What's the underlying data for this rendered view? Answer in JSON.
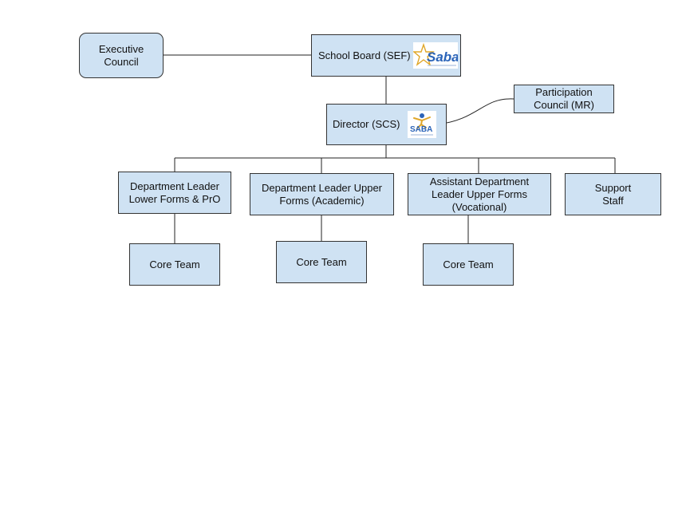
{
  "nodes": {
    "executive_council": "Executive\nCouncil",
    "school_board": "School Board (SEF)",
    "director": "Director (SCS)",
    "participation_council": "Participation\nCouncil (MR)",
    "dept_leader_lower": "Department Leader\nLower Forms & PrO",
    "dept_leader_upper": "Department Leader Upper\nForms (Academic)",
    "asst_dept_leader": "Assistant Department\nLeader Upper Forms\n(Vocational)",
    "support_staff": "Support\nStaff",
    "core_team_1": "Core Team",
    "core_team_2": "Core Team",
    "core_team_3": "Core Team"
  },
  "logos": {
    "saba_wordmark": "Saba",
    "saba_badge": "SABA"
  },
  "colors": {
    "node_fill": "#cfe2f3",
    "node_border": "#333333",
    "connector": "#222222",
    "logo_blue": "#2a63b8",
    "logo_gold": "#e0a72a"
  }
}
